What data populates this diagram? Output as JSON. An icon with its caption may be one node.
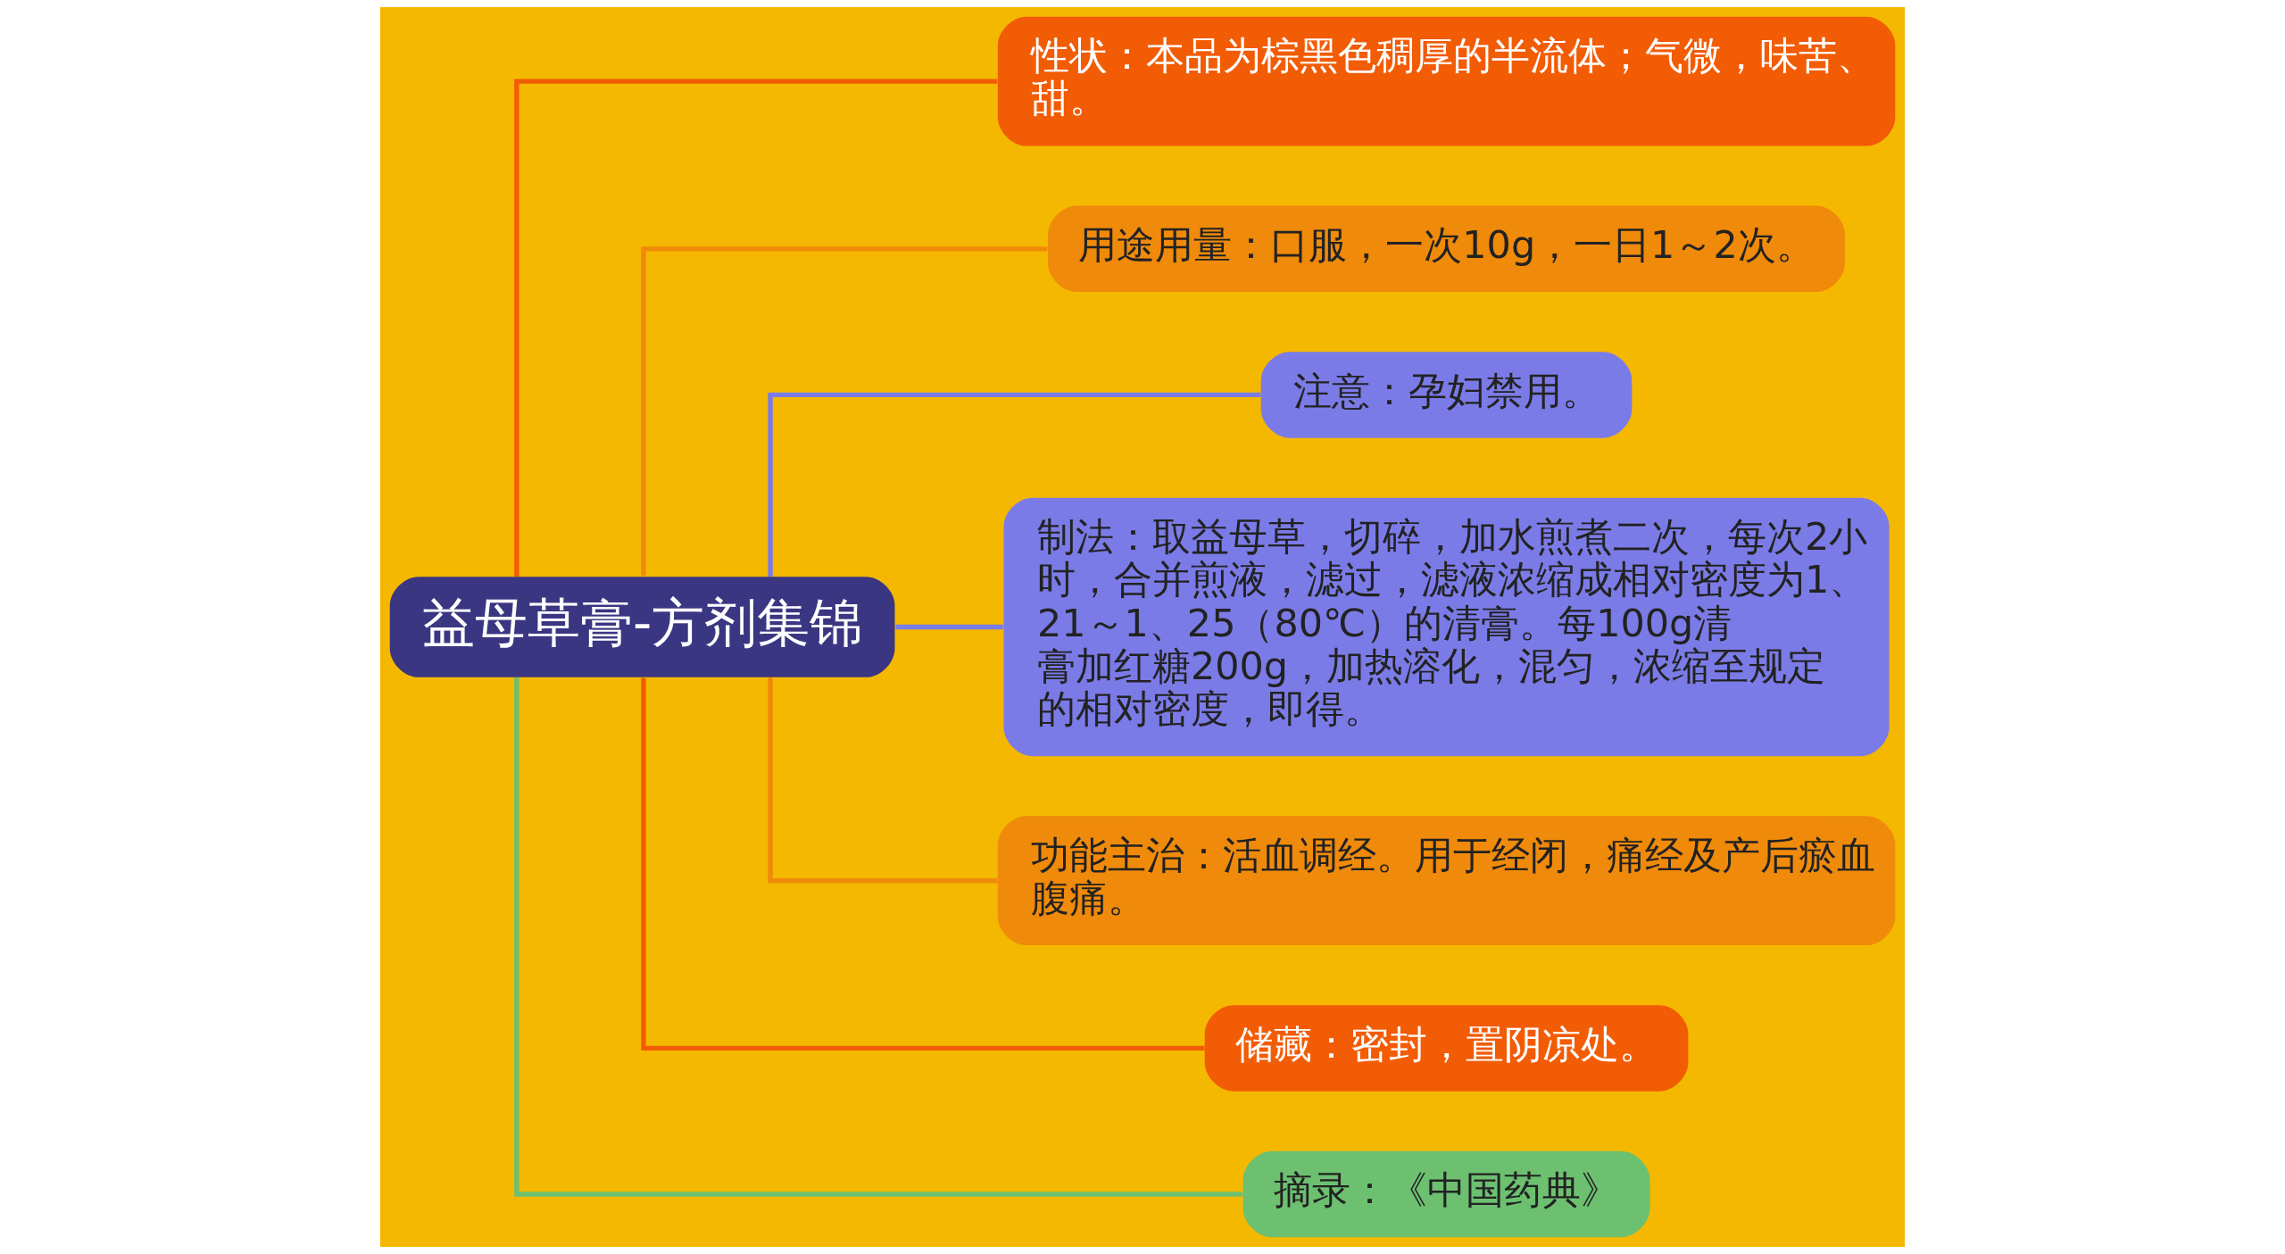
{
  "diagram": {
    "nodes": [
      {
        "text": [
          "益母草膏-方剂集锦"
        ]
      },
      {
        "text": [
          "性状：本品为棕黑色稠厚的半流体；气微，味苦、甜。"
        ]
      },
      {
        "text": [
          "用途用量：口服，一次10g，一日1～2次。"
        ]
      },
      {
        "text": [
          "注意：孕妇禁用。"
        ]
      },
      {
        "text": [
          "制法：取益母草，切碎，加水煎煮二次，每次2小时，合并煎液，滤过，滤液浓缩成相对密度为1、21～1、25（80℃）的清膏。每100g清膏加红糖200g，加热溶化，混匀，浓缩至规定的相对密度，即得。"
        ]
      },
      {
        "text": [
          "功能主治：活血调经。用于经闭，痛经及产后瘀血腹痛。"
        ]
      },
      {
        "text": [
          "储藏：密封，置阴凉处。"
        ]
      },
      {
        "text": [
          "摘录：《中国药典》"
        ]
      }
    ],
    "edges": [
      {
        "from": 0,
        "to": 1,
        "arrow": "none",
        "color": "#f25c05"
      },
      {
        "from": 0,
        "to": 2,
        "arrow": "none",
        "color": "#f08a0a"
      },
      {
        "from": 0,
        "to": 3,
        "arrow": "none",
        "color": "#7b7be8"
      },
      {
        "from": 0,
        "to": 4,
        "arrow": "none",
        "color": "#7b7be8"
      },
      {
        "from": 0,
        "to": 5,
        "arrow": "none",
        "color": "#f08a0a"
      },
      {
        "from": 0,
        "to": 6,
        "arrow": "none",
        "color": "#f25c05"
      },
      {
        "from": 0,
        "to": 7,
        "arrow": "none",
        "color": "#6cc070"
      }
    ]
  }
}
